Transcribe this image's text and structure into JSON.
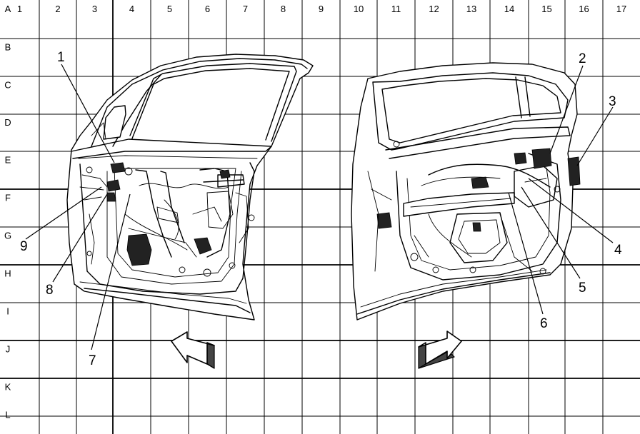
{
  "grid": {
    "columns": [
      "1",
      "2",
      "3",
      "4",
      "5",
      "6",
      "7",
      "8",
      "9",
      "10",
      "11",
      "12",
      "13",
      "14",
      "15",
      "16",
      "17"
    ],
    "rows": [
      "A",
      "B",
      "C",
      "D",
      "E",
      "F",
      "G",
      "H",
      "I",
      "J",
      "K",
      "L"
    ]
  },
  "callouts": [
    {
      "id": "1",
      "label": "1"
    },
    {
      "id": "2",
      "label": "2"
    },
    {
      "id": "3",
      "label": "3"
    },
    {
      "id": "4",
      "label": "4"
    },
    {
      "id": "5",
      "label": "5"
    },
    {
      "id": "6",
      "label": "6"
    },
    {
      "id": "7",
      "label": "7"
    },
    {
      "id": "8",
      "label": "8"
    },
    {
      "id": "9",
      "label": "9"
    }
  ],
  "views": [
    {
      "id": "left-door",
      "arrow": "left-front-arrow-icon"
    },
    {
      "id": "right-door",
      "arrow": "right-front-arrow-icon"
    }
  ]
}
